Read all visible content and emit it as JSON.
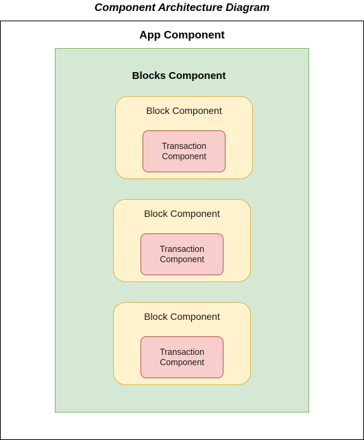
{
  "diagram": {
    "title": "Component Architecture Diagram",
    "app": {
      "label": "App Component"
    },
    "blocks": {
      "label": "Blocks Component",
      "items": [
        {
          "label": "Block Component",
          "transaction": {
            "line1": "Transaction",
            "line2": "Component"
          }
        },
        {
          "label": "Block Component",
          "transaction": {
            "line1": "Transaction",
            "line2": "Component"
          }
        },
        {
          "label": "Block Component",
          "transaction": {
            "line1": "Transaction",
            "line2": "Component"
          }
        }
      ]
    }
  },
  "colors": {
    "app_border": "#000000",
    "blocks_fill": "#d5e8d4",
    "blocks_border": "#82b366",
    "block_fill": "#fff2cc",
    "block_border": "#d6b656",
    "transaction_fill": "#f8cecc",
    "transaction_border": "#b85450"
  }
}
